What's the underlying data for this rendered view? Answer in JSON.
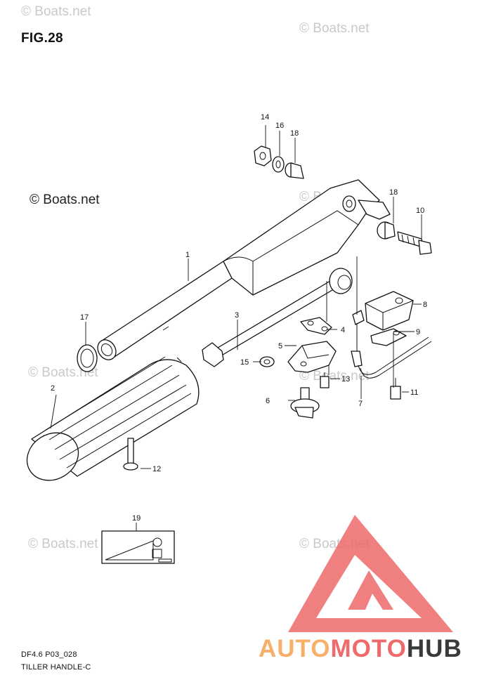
{
  "figure": {
    "title": "FIG.28",
    "code": "DF4.6 P03_028",
    "name": "TILLER HANDLE-C"
  },
  "watermarks": {
    "small": "© Boats.net",
    "main": "© Boats.net"
  },
  "brand": {
    "part1": "AUTO",
    "part2": "MOTO",
    "part3": "HUB",
    "color_orange": "#f7b06a",
    "color_red": "#ef6a6a",
    "color_dark": "#3a3a3a",
    "logo_color": "#ee6b6b"
  },
  "callouts": {
    "p1": "1",
    "p2": "2",
    "p3": "3",
    "p4": "4",
    "p5": "5",
    "p6": "6",
    "p7": "7",
    "p8": "8",
    "p9": "9",
    "p10": "10",
    "p11": "11",
    "p12": "12",
    "p13": "13",
    "p14": "14",
    "p15": "15",
    "p16": "16",
    "p17": "17",
    "p18a": "18",
    "p18b": "18",
    "p19": "19"
  }
}
